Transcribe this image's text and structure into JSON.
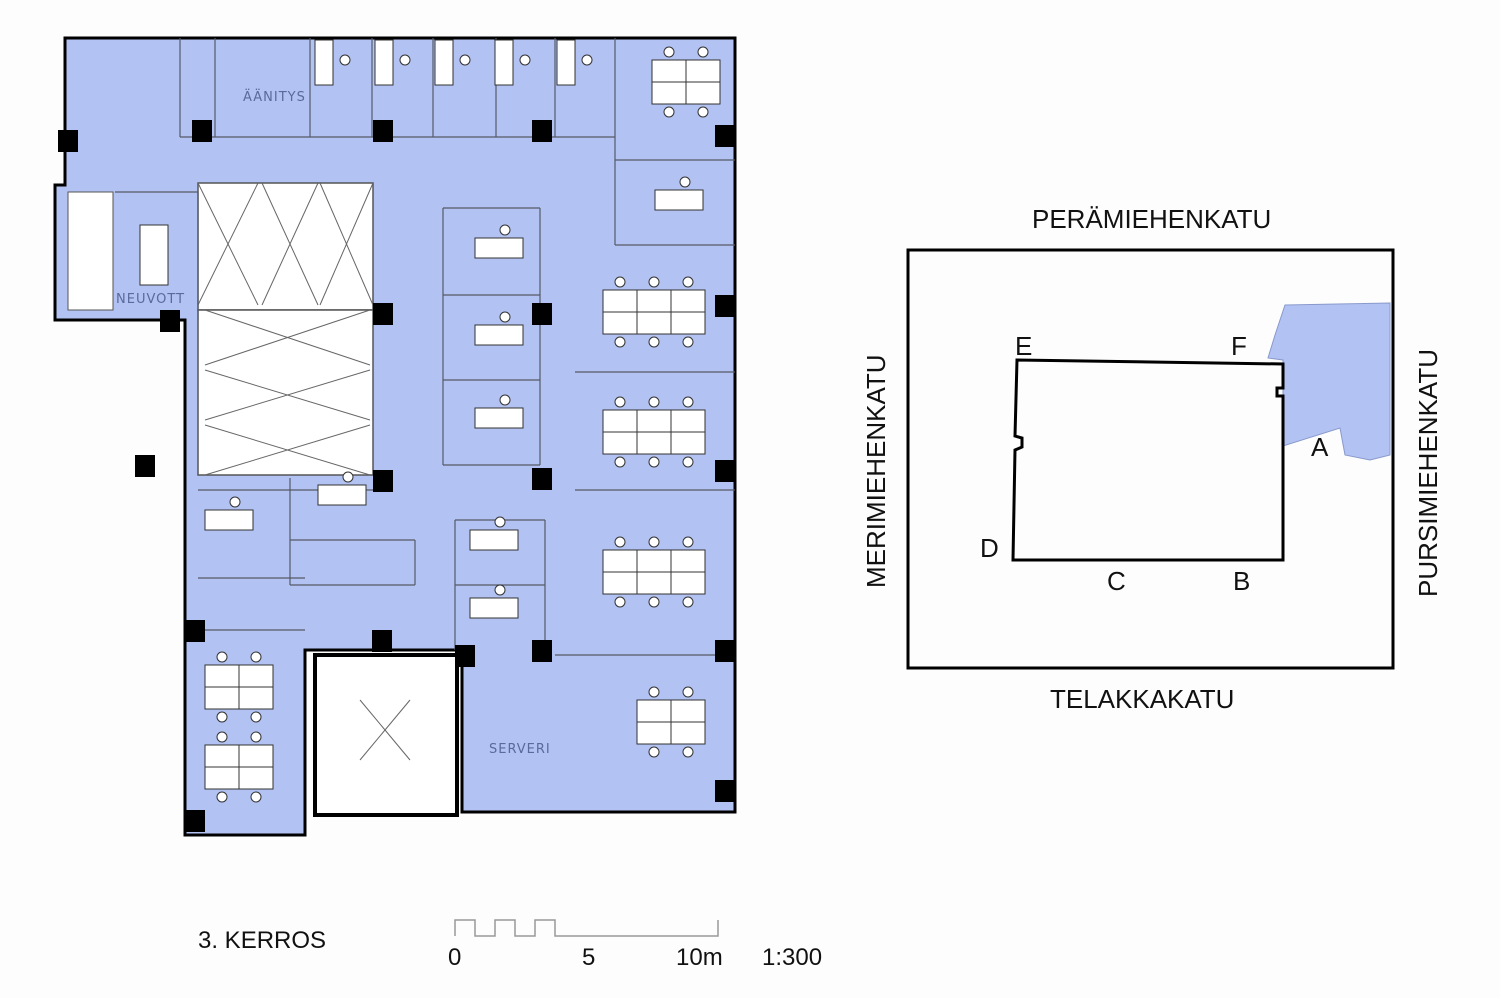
{
  "plan": {
    "floor_title": "3. KERROS",
    "rooms": {
      "recording": "ÄÄNITYS",
      "meeting": "NEUVOTT",
      "server": "SERVERI"
    },
    "scale_bar": {
      "labels": [
        "0",
        "5",
        "10m"
      ],
      "ratio": "1:300"
    }
  },
  "site_map": {
    "streets": {
      "north": "PERÄMIEHENKATU",
      "south": "TELAKKAKATU",
      "west": "MERIMIEHENKATU",
      "east": "PURSIMIEHENKATU"
    },
    "points": [
      "A",
      "B",
      "C",
      "D",
      "E",
      "F"
    ]
  },
  "colors": {
    "floor_fill": "#b2c2f2",
    "wall": "#000000",
    "line": "#555a66"
  }
}
